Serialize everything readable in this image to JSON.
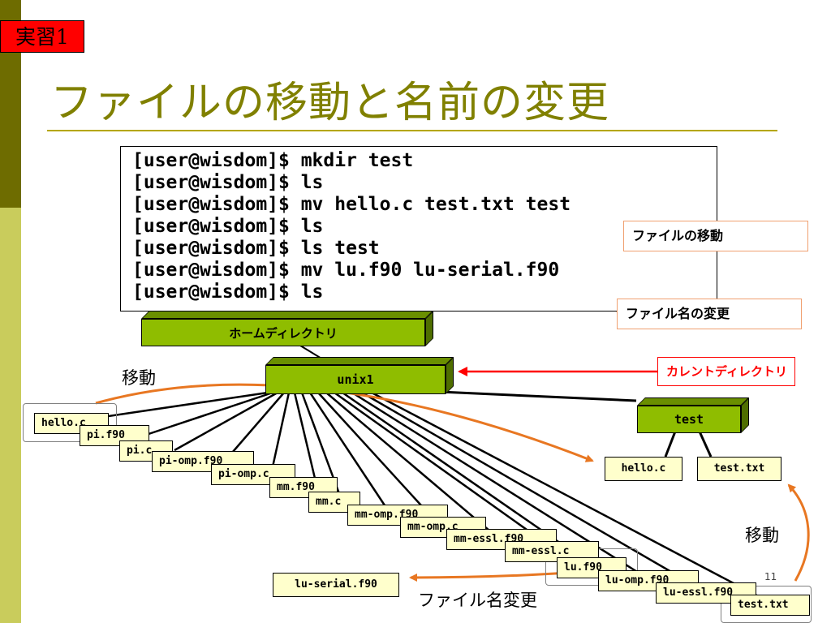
{
  "slide": {
    "tag": "実習1",
    "title": "ファイルの移動と名前の変更",
    "page_number": "11"
  },
  "terminal": {
    "lines": [
      "[user@wisdom]$ mkdir test",
      "[user@wisdom]$ ls",
      "[user@wisdom]$ mv hello.c test.txt test",
      "[user@wisdom]$ ls",
      "[user@wisdom]$ ls test",
      "[user@wisdom]$ mv lu.f90 lu-serial.f90",
      "[user@wisdom]$ ls"
    ]
  },
  "callouts": {
    "move_file": "ファイルの移動",
    "rename_file": "ファイル名の変更",
    "current_dir": "カレントディレクトリ"
  },
  "tree": {
    "home_dir": "ホームディレクトリ",
    "current": "unix1",
    "test_dir": "test",
    "test_children": [
      "hello.c",
      "test.txt"
    ],
    "files": [
      "hello.c",
      "pi.f90",
      "pi.c",
      "pi-omp.f90",
      "pi-omp.c",
      "mm.f90",
      "mm.c",
      "mm-omp.f90",
      "mm-omp.c",
      "mm-essl.f90",
      "mm-essl.c",
      "lu.f90",
      "lu-omp.f90",
      "lu-essl.f90",
      "test.txt"
    ],
    "renamed": "lu-serial.f90"
  },
  "labels": {
    "move_left": "移動",
    "move_right": "移動",
    "rename": "ファイル名変更"
  },
  "colors": {
    "title": "#808000",
    "folder": "#8fbd00",
    "file_bg": "#ffffcc",
    "arrow_orange": "#e87722",
    "arrow_red": "#ff0000",
    "tag_bg": "#ff0000"
  }
}
